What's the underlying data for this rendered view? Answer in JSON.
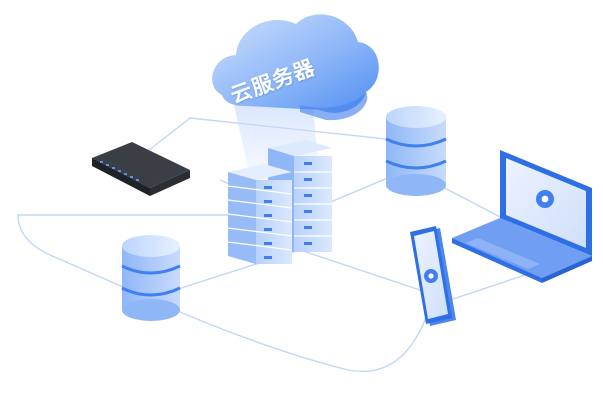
{
  "diagram": {
    "cloud": {
      "label": "云服务器"
    },
    "nodes": [
      {
        "name": "cloud",
        "icon": "cloud-icon"
      },
      {
        "name": "server-rack",
        "icon": "server-rack-icon"
      },
      {
        "name": "network-switch",
        "icon": "network-switch-icon"
      },
      {
        "name": "database-top-right",
        "icon": "database-icon"
      },
      {
        "name": "database-bottom-left",
        "icon": "database-icon"
      },
      {
        "name": "mobile-phone",
        "icon": "mobile-phone-icon"
      },
      {
        "name": "laptop",
        "icon": "laptop-icon"
      }
    ],
    "colors": {
      "primary": "#3f7ff0",
      "light": "#a9c8fb",
      "pale": "#dde9fd",
      "line": "#b9d0f3",
      "switch": "#2f3238",
      "background": "#ffffff"
    }
  }
}
